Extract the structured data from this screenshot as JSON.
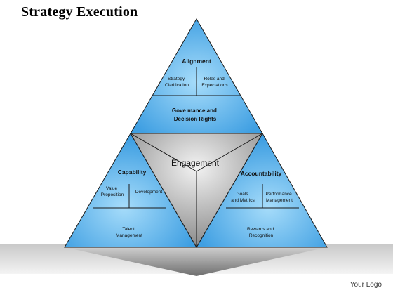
{
  "title": "Strategy Execution",
  "center": {
    "label": "Engagement"
  },
  "alignment": {
    "title": "Alignment",
    "left": [
      "Strategy",
      "Clarification"
    ],
    "right": [
      "Roles and",
      "Expectations"
    ],
    "bottom": [
      "Gove mance and",
      "Decision Rights"
    ]
  },
  "capability": {
    "title": "Capability",
    "left": [
      "Value",
      "Proposition"
    ],
    "right": [
      "Development"
    ],
    "bottom": [
      "Talent",
      "Management"
    ]
  },
  "accountability": {
    "title": "Accountability",
    "left": [
      "Goals",
      "and Metrics"
    ],
    "right": [
      "Performance",
      "Management"
    ],
    "bottom": [
      "Rewards and",
      "Recognition"
    ]
  },
  "logo": "Your Logo",
  "colors": {
    "blue_light": "#8fd0f6",
    "blue_dark": "#3a9be0",
    "gray_light": "#ececec",
    "gray_dark": "#8d8d8d",
    "line": "#1a1a1a"
  }
}
